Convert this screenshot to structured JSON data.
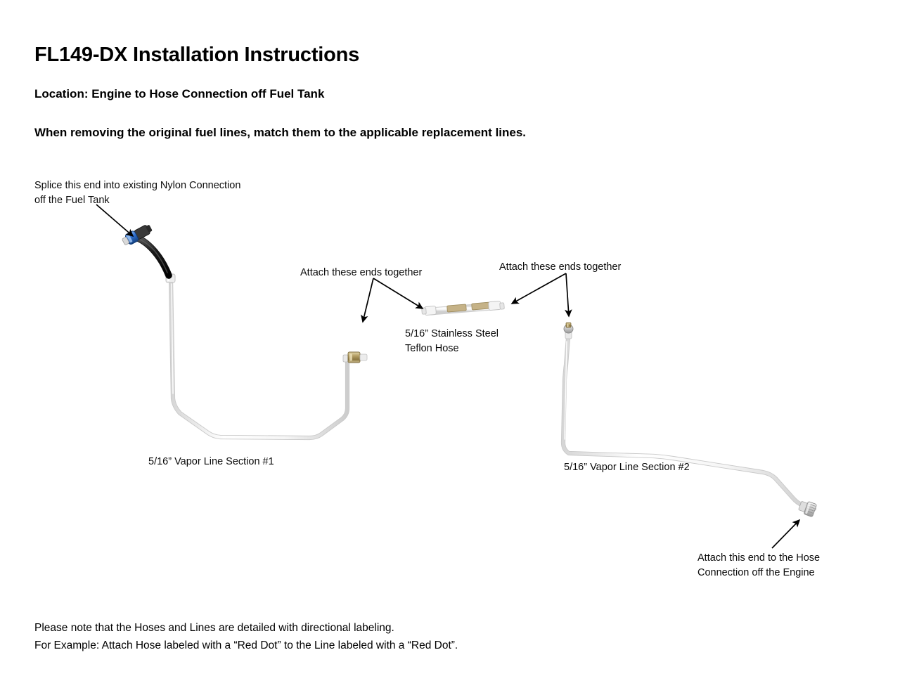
{
  "document": {
    "title": "FL149-DX Installation Instructions",
    "location": "Location: Engine to Hose Connection off Fuel Tank",
    "instruction": "When removing the original fuel lines, match them to the applicable replacement lines.",
    "footer": "Please note that the Hoses and Lines are detailed with directional labeling.\nFor Example: Attach Hose labeled with a “Red Dot” to the Line labeled with a “Red Dot”."
  },
  "callouts": {
    "splice": "Splice this end into existing Nylon Connection\noff the Fuel Tank",
    "attach_left": "Attach these ends together",
    "attach_right": "Attach these ends together",
    "engine": "Attach this end to the Hose\nConnection off the Engine"
  },
  "part_labels": {
    "teflon_hose": "5/16” Stainless Steel\nTeflon Hose",
    "vapor_line_1": "5/16” Vapor Line Section #1",
    "vapor_line_2": "5/16” Vapor Line Section #2"
  },
  "parts": [
    {
      "id": "vapor-line-section-1",
      "name": "5/16” Vapor Line Section #1",
      "end_a": "blue nylon quick-connect with black rubber hose",
      "end_b": "brass threaded fitting"
    },
    {
      "id": "stainless-teflon-hose",
      "name": "5/16” Stainless Steel Teflon Hose",
      "end_a": "white collar fitting",
      "end_b": "white collar fitting"
    },
    {
      "id": "vapor-line-section-2",
      "name": "5/16” Vapor Line Section #2",
      "end_a": "silver brass fitting",
      "end_b": "threaded engine-side fitting"
    }
  ],
  "colors": {
    "text": "#0b0b0b",
    "background": "#ffffff",
    "tube_light": "#fbfbfb",
    "tube_outline": "#c9c9c9",
    "tube_shadow": "#e3e3e3",
    "connector_blue": "#2f6fd0",
    "hose_black": "#1b1b1b",
    "brass": "#b09a62",
    "arrow": "#000000"
  }
}
